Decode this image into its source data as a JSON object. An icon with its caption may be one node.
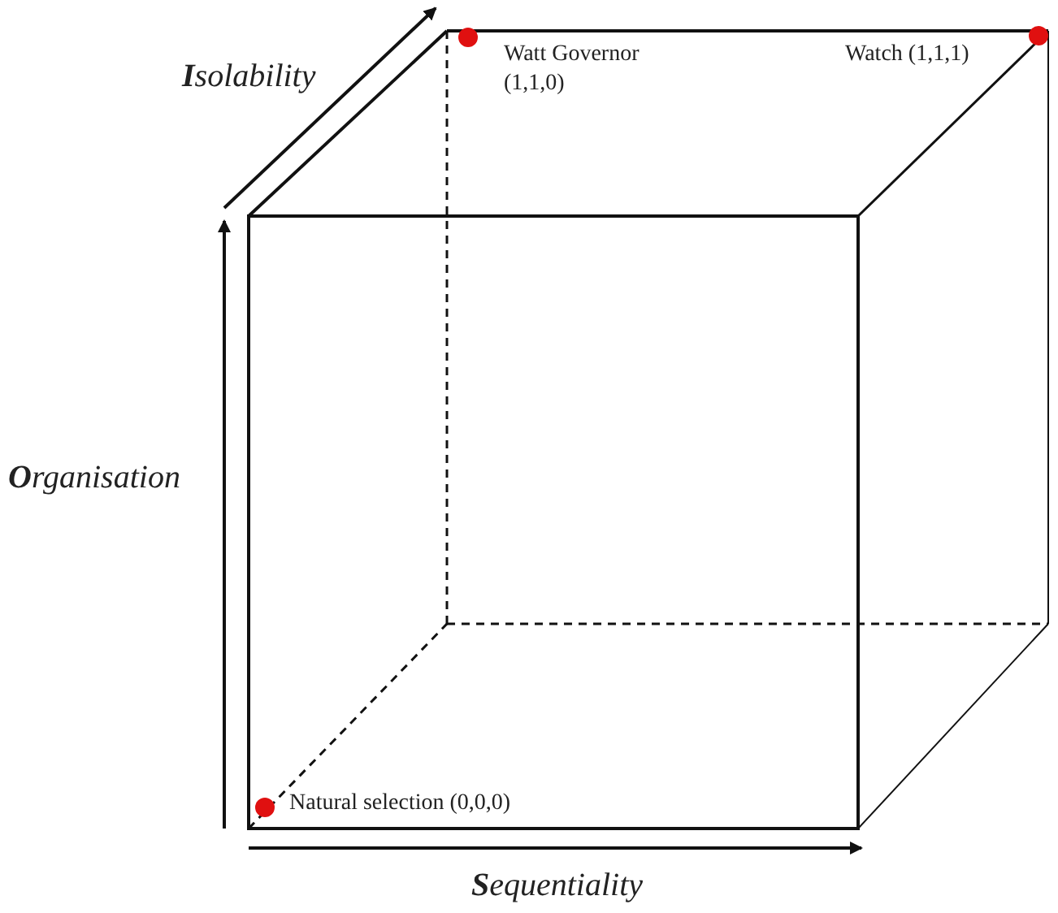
{
  "diagram": {
    "labels": [
      "**I**solability",
      "Watt Governor (1,1,0)",
      "Watch (1,1,1)",
      "**O**rganisation",
      "Natural selection (0,0,0)",
      "**S**equentiality"
    ]
  }
}
